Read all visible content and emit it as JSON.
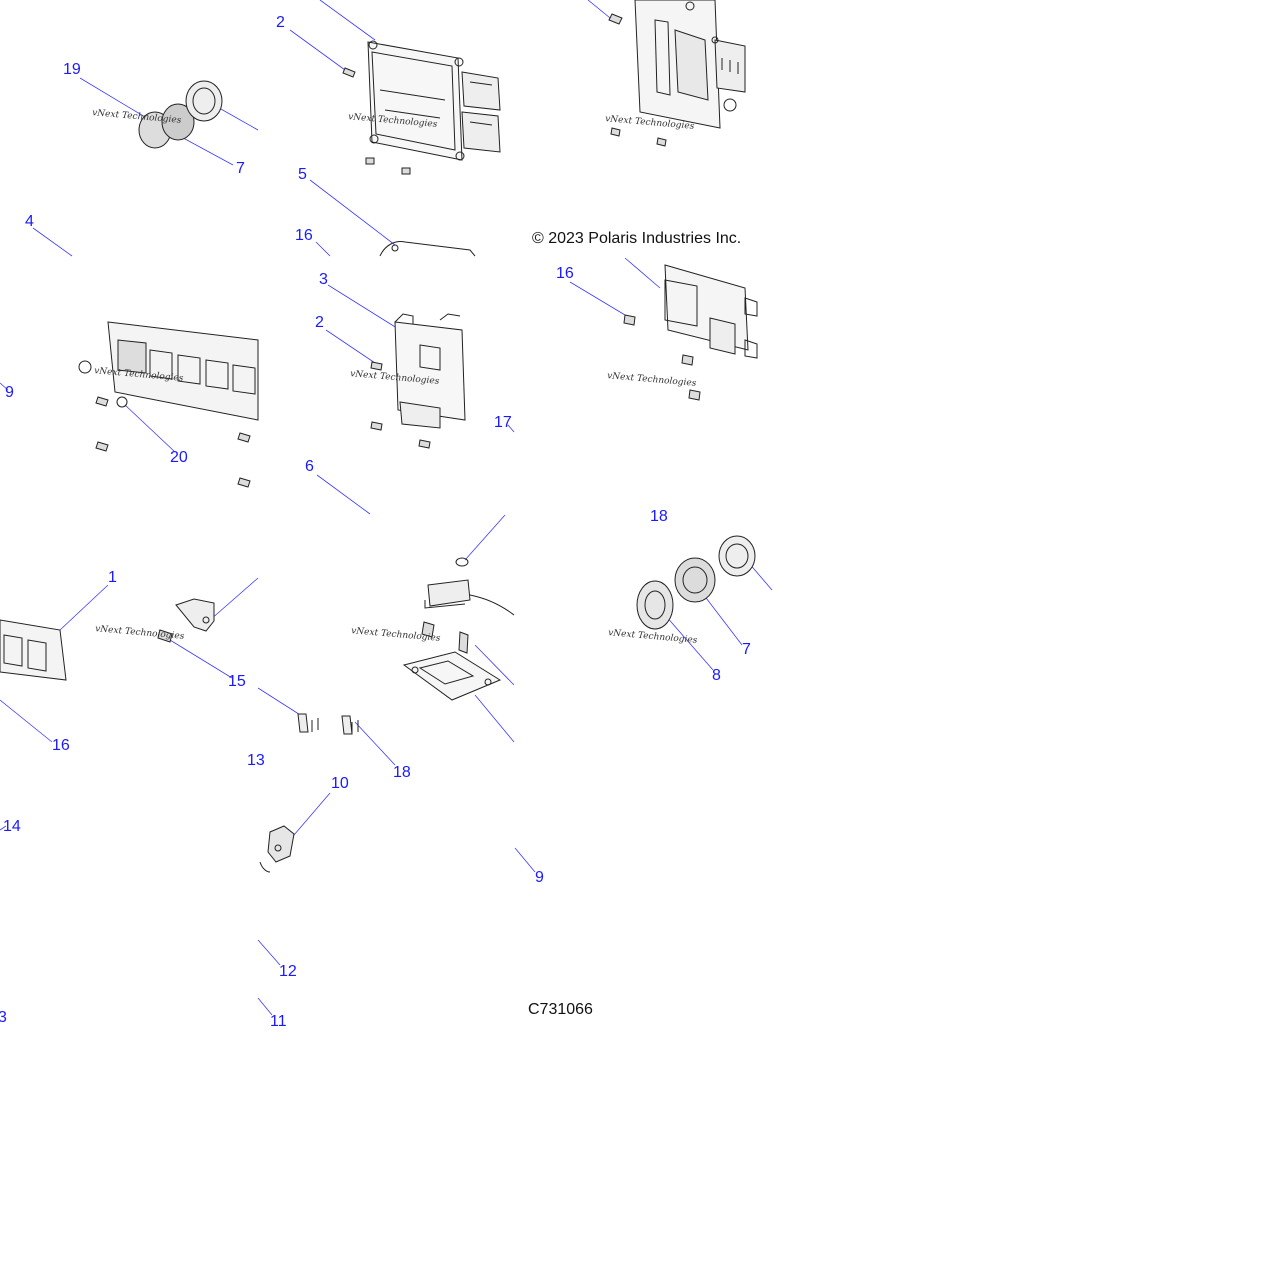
{
  "diagram": {
    "copyright": "© 2023 Polaris Industries Inc.",
    "diagram_id": "C731066",
    "watermark_text": "vNext Technologies",
    "callout_color": "#1a1aff",
    "callouts": [
      "2",
      "19",
      "7",
      "5",
      "16",
      "4",
      "3",
      "2",
      "16",
      "9",
      "20",
      "17",
      "6",
      "18",
      "1",
      "15",
      "7",
      "8",
      "16",
      "13",
      "18",
      "10",
      "14",
      "9",
      "12",
      "11",
      "3"
    ]
  }
}
